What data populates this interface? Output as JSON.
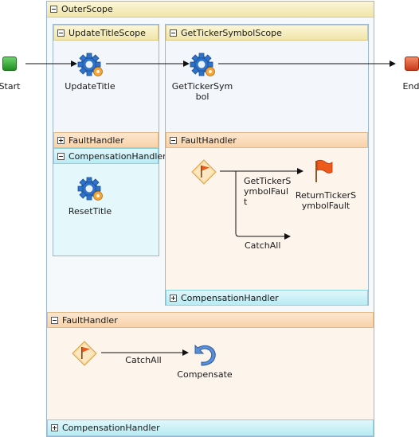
{
  "start": {
    "label": "Start",
    "color": "#2aa12a"
  },
  "end": {
    "label": "End",
    "color": "#d9421c"
  },
  "outer_scope": {
    "title": "OuterScope",
    "update_title_scope": {
      "title": "UpdateTitleScope",
      "activity": "UpdateTitle",
      "fault_handler": "FaultHandler",
      "compensation_handler": "CompensationHandler",
      "compensation_activity": "ResetTitle"
    },
    "get_ticker_symbol_scope": {
      "title": "GetTickerSymbolScope",
      "activity_line1": "GetTickerSym",
      "activity_line2": "bol",
      "fault_handler": "FaultHandler",
      "fault_branch1_line1": "GetTickerS",
      "fault_branch1_line2": "ymbolFaul",
      "fault_branch1_line3": "t",
      "fault_branch2": "CatchAll",
      "return_fault_line1": "ReturnTickerS",
      "return_fault_line2": "ymbolFault",
      "compensation_handler": "CompensationHandler"
    },
    "fault_handler": {
      "title": "FaultHandler",
      "branch": "CatchAll",
      "compensate": "Compensate"
    },
    "compensation_handler": "CompensationHandler"
  },
  "icons": {
    "gear": "gear-icon",
    "flag": "flag-icon",
    "fault_diamond": "fault-diamond-icon",
    "compensate": "undo-arrow-icon"
  }
}
